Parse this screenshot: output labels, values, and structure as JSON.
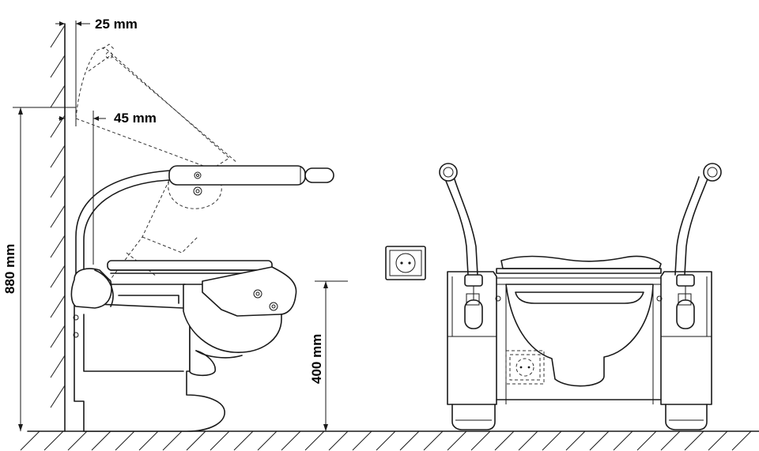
{
  "dimensions": {
    "wall_gap": "25 mm",
    "rail_offset": "45 mm",
    "rail_height": "880 mm",
    "seat_height": "400 mm"
  },
  "colors": {
    "line": "#1a1a1a",
    "background": "#ffffff"
  },
  "icons": [
    "wall-socket-icon",
    "hidden-socket-icon"
  ]
}
